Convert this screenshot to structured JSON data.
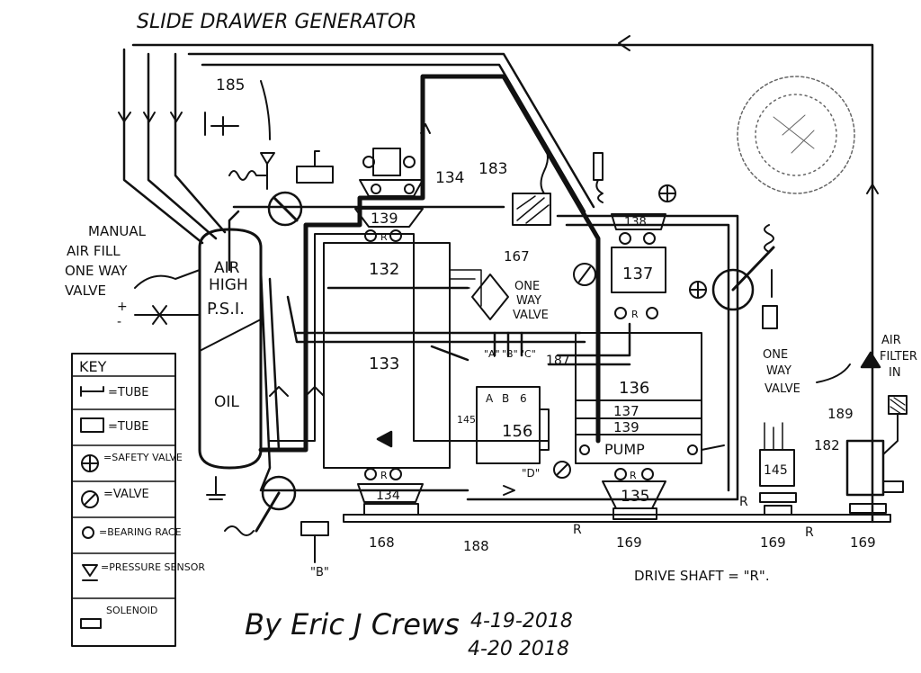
{
  "title": "SLIDE DRAWER GENERATOR",
  "left_note": {
    "line1": "MANUAL",
    "line2": "AIR FILL",
    "line3": "ONE WAY",
    "line4": "VALVE"
  },
  "tank": {
    "air_line1": "AIR",
    "air_line2": "HIGH",
    "air_line3": "P.S.I.",
    "oil": "OIL"
  },
  "key": {
    "heading": "KEY",
    "items": [
      {
        "icon": "tube-open-icon",
        "label": "=TUBE"
      },
      {
        "icon": "tube-closed-icon",
        "label": "=TUBE"
      },
      {
        "icon": "safety-valve-icon",
        "label": "=SAFETY VALVE"
      },
      {
        "icon": "valve-icon",
        "label": "=VALVE"
      },
      {
        "icon": "bearing-race-icon",
        "label": "=BEARING RACE"
      },
      {
        "icon": "pressure-sensor-icon",
        "label": "=PRESSURE SENSOR"
      },
      {
        "icon": "solenoid-icon",
        "label": "SOLENOID"
      }
    ]
  },
  "labels": {
    "n185": "185",
    "n134_top": "134",
    "n139_top": "139",
    "n183": "183",
    "n138": "138",
    "n132": "132",
    "n167": "167",
    "one_way_valve_mid_1": "ONE",
    "one_way_valve_mid_2": "WAY",
    "one_way_valve_mid_3": "VALVE",
    "n137_top": "137",
    "n133": "133",
    "a_label": "\"A\"",
    "b_label": "\"B\"",
    "c_label": "\"C\"",
    "n187": "187",
    "a_small": "A",
    "b_small": "B",
    "six": "6",
    "n145_left": "145",
    "n156": "156",
    "n136": "136",
    "n137_mid": "137",
    "n139_mid": "139",
    "pump": "PUMP",
    "d_label": "\"D\"",
    "n134_bottom": "134",
    "n135": "135",
    "n168": "168",
    "n188": "188",
    "n169_a": "169",
    "n169_b": "169",
    "n169_c": "169",
    "r1": "R",
    "r2": "R",
    "r3": "R",
    "b_bottom": "\"B\"",
    "one_way_right_1": "ONE",
    "one_way_right_2": "WAY",
    "one_way_right_3": "VALVE",
    "air_filter_1": "AIR",
    "air_filter_2": "FILTER",
    "air_filter_3": "IN",
    "n189": "189",
    "n182": "182",
    "n145_right": "145",
    "drive_shaft": "DRIVE SHAFT = \"R\".",
    "rr_r": "R"
  },
  "signature": {
    "name": "By Eric J Crews",
    "date1": "4-19-2018",
    "date2": "4-20 2018"
  }
}
